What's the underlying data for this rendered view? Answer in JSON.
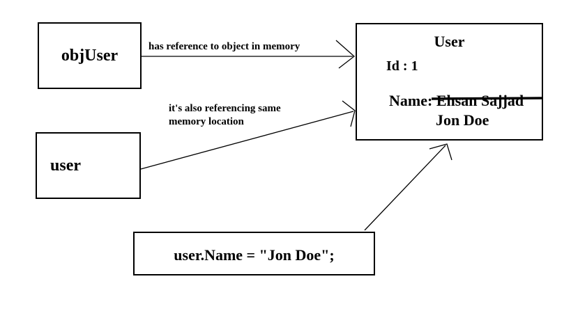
{
  "colors": {
    "background": "#ffffff",
    "stroke": "#000000",
    "text": "#000000"
  },
  "objuser_box": {
    "label": "objUser"
  },
  "user_box": {
    "label": "user"
  },
  "object_box": {
    "title": "User",
    "id_field": "Id : 1",
    "name_label": "Name:",
    "name_old_value": "Ehsan Sajjad",
    "name_new_value": "Jon Doe"
  },
  "code_box": {
    "label": "user.Name = \"Jon Doe\";"
  },
  "arrow_labels": {
    "reference": "has reference to object in memory",
    "same_memory_line1": "it's also referencing same",
    "same_memory_line2": "memory location"
  }
}
